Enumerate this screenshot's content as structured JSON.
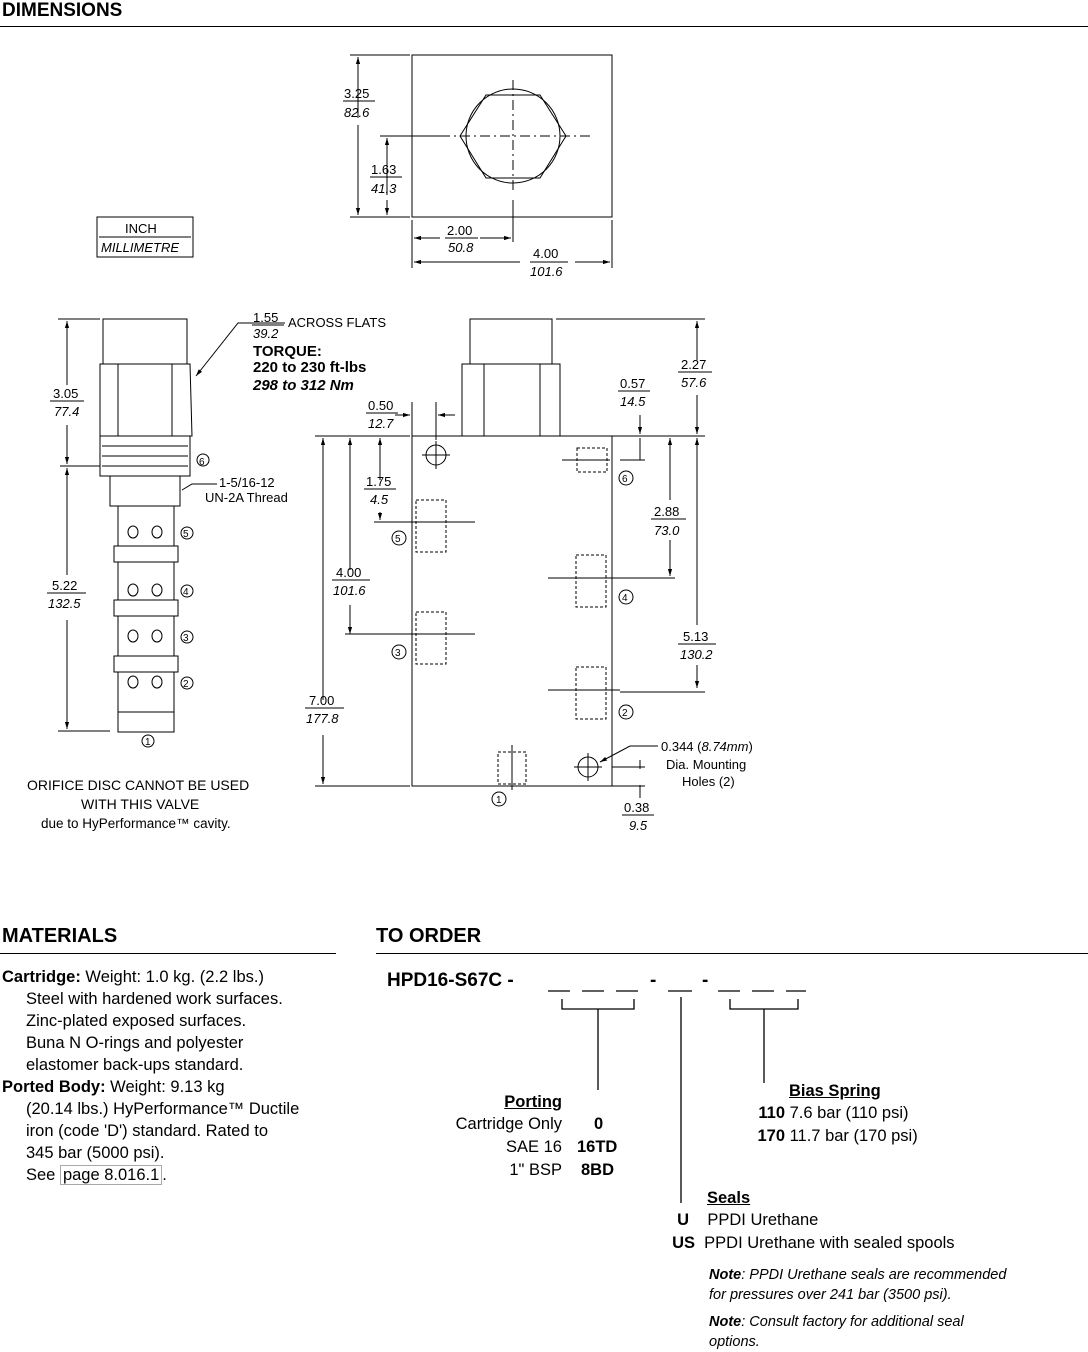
{
  "sections": {
    "dimensions": "DIMENSIONS",
    "materials": "MATERIALS",
    "to_order": "TO ORDER"
  },
  "units_box": {
    "inch": "INCH",
    "mm": "MILLIMETRE"
  },
  "dims": {
    "top_325": "3.25",
    "top_826": "82.6",
    "top_163": "1.63",
    "top_413": "41.3",
    "top_200": "2.00",
    "top_508": "50.8",
    "top_400": "4.00",
    "top_1016": "101.6",
    "flats_155": "1.55",
    "flats_392": "39.2",
    "flats_label": "ACROSS FLATS",
    "torque_label": "TORQUE:",
    "torque_ft": "220 to 230 ft-lbs",
    "torque_nm": "298 to 312 Nm",
    "c_305": "3.05",
    "c_774": "77.4",
    "c_522": "5.22",
    "c_1325": "132.5",
    "thread_1": "1-5/16-12",
    "thread_2": "UN-2A Thread",
    "b_050": "0.50",
    "b_127": "12.7",
    "b_175": "1.75",
    "b_45": "4.5",
    "b_400": "4.00",
    "b_1016": "101.6",
    "b_700": "7.00",
    "b_1778": "177.8",
    "b_057": "0.57",
    "b_145": "14.5",
    "b_227": "2.27",
    "b_576": "57.6",
    "b_288": "2.88",
    "b_730": "73.0",
    "b_513": "5.13",
    "b_1302": "130.2",
    "b_038": "0.38",
    "b_95": "9.5",
    "hole_a": "0.344 (",
    "hole_mm": "8.74mm",
    "hole_b": ")",
    "hole_2": "Dia. Mounting",
    "hole_3": "Holes (2)",
    "orifice_1": "ORIFICE DISC CANNOT BE USED",
    "orifice_2": "WITH THIS VALVE",
    "orifice_3": "due to HyPerformance™ cavity.",
    "port_1": "1",
    "port_2": "2",
    "port_3": "3",
    "port_4": "4",
    "port_5": "5",
    "port_6": "6"
  },
  "materials": {
    "cartridge_label": "Cartridge:",
    "cartridge_weight": " Weight: 1.0 kg. (2.2 lbs.)",
    "cartridge_lines": [
      "Steel with hardened work surfaces.",
      "Zinc-plated exposed surfaces.",
      "Buna N O-rings and polyester",
      "elastomer back-ups standard."
    ],
    "body_label": "Ported Body:",
    "body_weight": " Weight:  9.13 kg",
    "body_lines": [
      "(20.14 lbs.) HyPerformance™ Ductile",
      "iron (code 'D') standard. Rated to",
      "345 bar (5000 psi)."
    ],
    "see": "See ",
    "see_link": "page 8.016.1",
    "see_end": "."
  },
  "order": {
    "model": "HPD16-S67C -",
    "porting": {
      "title": "Porting",
      "rows": [
        {
          "desc": "Cartridge Only",
          "code": "0"
        },
        {
          "desc": "SAE 16",
          "code": "16TD"
        },
        {
          "desc": "1\" BSP",
          "code": "8BD"
        }
      ]
    },
    "bias": {
      "title": "Bias Spring",
      "rows": [
        {
          "code": "110",
          "desc": "7.6 bar (110 psi)"
        },
        {
          "code": "170",
          "desc": "11.7 bar (170 psi)"
        }
      ]
    },
    "seals": {
      "title": "Seals",
      "rows": [
        {
          "code": "U",
          "desc": "PPDI Urethane"
        },
        {
          "code": "US",
          "desc": "PPDI Urethane with sealed spools"
        }
      ]
    },
    "note1_label": "Note",
    "note1_text": ":  PPDI Urethane seals are recommended",
    "note1_text2": "for pressures over 241 bar (3500 psi).",
    "note2_label": "Note",
    "note2_text": ":  Consult factory for additional seal",
    "note2_text2": "options."
  }
}
